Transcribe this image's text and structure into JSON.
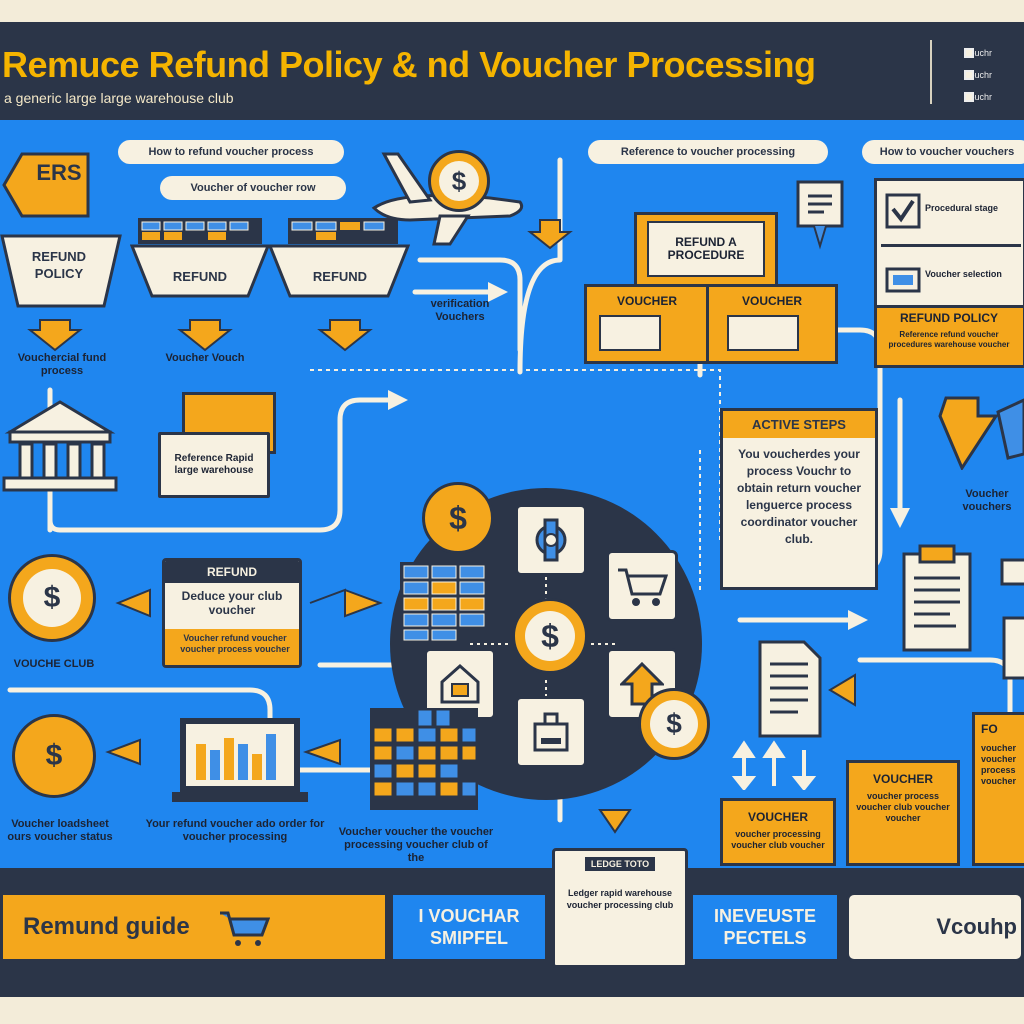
{
  "header": {
    "title": "Remuce Refund Policy & nd Voucher Processing",
    "subtitle": "a generic large large warehouse club",
    "legend": [
      "Vouchr",
      "Vouchr",
      "Vouchr"
    ]
  },
  "pills": {
    "left": "How to refund voucher process",
    "middle": "Reference to voucher processing",
    "right": "How to voucher vouchers"
  },
  "labels": {
    "voucher_row": "Voucher of voucher row",
    "sign": "ERS",
    "bin_1": "REFUND POLICY",
    "bin_2": "REFUND",
    "bin_3": "REFUND",
    "bank_caption": "Vouchercial fund process",
    "vouch_caption": "Voucher Vouch",
    "voucher_card": "Reference Rapid large warehouse",
    "plane_caption": "verification Vouchers",
    "refund_box": "REFUND A PROCEDURE",
    "voucher_box_1": "VOUCHER",
    "voucher_box_2": "VOUCHER",
    "policy_item_1": "Procedural stage",
    "policy_item_2": "Voucher selection",
    "policy_title": "REFUND POLICY",
    "policy_text": "Reference refund voucher procedures warehouse voucher",
    "right_caption": "Voucher vouchers",
    "voucher_club": "VOUCHE CLUB",
    "bottom_left_caption": "Voucher loadsheet ours voucher status",
    "laptop_caption": "Your refund voucher ado order for voucher processing",
    "grid_caption": "Voucher voucher the voucher processing voucher club of the",
    "ledger_caption": "Ledger rapid warehouse voucher processing club",
    "ledger_title": "LEDGE TOTO"
  },
  "cards": {
    "active_steps": {
      "title": "ACTIVE STEPS",
      "body": "You voucherdes your process Vouchr to obtain return voucher lenguerce process coordinator voucher club."
    },
    "refund_card": {
      "title": "REFUND",
      "body": "Deduce your club voucher",
      "footer": "Voucher refund voucher voucher process voucher"
    },
    "voucher_small": {
      "title": "VOUCHER",
      "body": "voucher processing voucher club voucher"
    },
    "voucher_big": {
      "title": "VOUCHER",
      "body": "voucher process voucher club voucher voucher"
    },
    "right_edge": {
      "title": "FO",
      "body": "voucher voucher process voucher"
    }
  },
  "footer": {
    "guide": "Remund guide",
    "voucher_simple": "I VOUCHAR SMIPFEL",
    "investment": "INEVEUSTE PECTELS",
    "voucher_right": "Vcouhp"
  },
  "icons": {
    "currency": "$"
  },
  "colors": {
    "navy": "#2b3548",
    "blue": "#1f86ef",
    "orange": "#f4a71c",
    "cream": "#f7f1e1"
  }
}
